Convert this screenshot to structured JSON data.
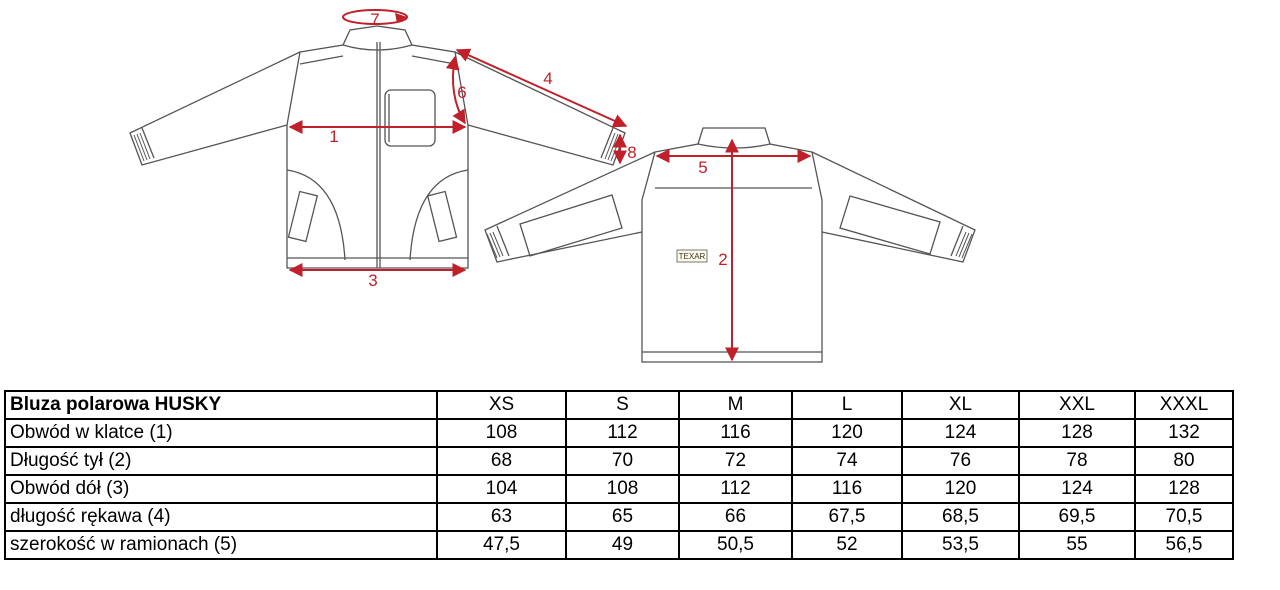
{
  "diagram": {
    "labels": {
      "m1": "1",
      "m2": "2",
      "m3": "3",
      "m4": "4",
      "m5": "5",
      "m6": "6",
      "m7": "7",
      "m8": "8"
    },
    "brand_tag": "TEXAR",
    "colors": {
      "outline": "#555555",
      "measure": "#c0202a"
    }
  },
  "table": {
    "title": "Bluza polarowa HUSKY",
    "sizes": [
      "XS",
      "S",
      "M",
      "L",
      "XL",
      "XXL",
      "XXXL"
    ],
    "rows": [
      {
        "label": "Obwód w klatce (1)",
        "values": [
          "108",
          "112",
          "116",
          "120",
          "124",
          "128",
          "132"
        ]
      },
      {
        "label": "Długość tył (2)",
        "values": [
          "68",
          "70",
          "72",
          "74",
          "76",
          "78",
          "80"
        ]
      },
      {
        "label": "Obwód dół (3)",
        "values": [
          "104",
          "108",
          "112",
          "116",
          "120",
          "124",
          "128"
        ]
      },
      {
        "label": "długość rękawa (4)",
        "values": [
          "63",
          "65",
          "66",
          "67,5",
          "68,5",
          "69,5",
          "70,5"
        ]
      },
      {
        "label": "szerokość w ramionach (5)",
        "values": [
          "47,5",
          "49",
          "50,5",
          "52",
          "53,5",
          "55",
          "56,5"
        ]
      }
    ]
  }
}
